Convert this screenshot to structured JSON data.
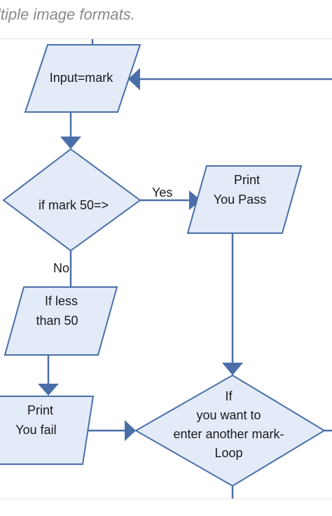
{
  "header": {
    "text": "ltiple image formats."
  },
  "flowchart": {
    "nodes": {
      "input_mark": {
        "shape": "parallelogram",
        "line1": "Input=mark"
      },
      "decision_mark": {
        "shape": "diamond",
        "line1": "if mark  50=>"
      },
      "print_pass": {
        "shape": "parallelogram",
        "line1": "Print",
        "line2": "You  Pass"
      },
      "if_less": {
        "shape": "parallelogram",
        "line1": "If less",
        "line2": "than  50"
      },
      "print_fail": {
        "shape": "parallelogram",
        "line1": "Print",
        "line2": "You  fail"
      },
      "decision_loop": {
        "shape": "diamond",
        "line1": "If",
        "line2": "you want to",
        "line3": "enter another  mark-",
        "line4": "Loop"
      }
    },
    "edges": {
      "yes": "Yes",
      "no": "No"
    },
    "colors": {
      "node_fill": "#e3ebf8",
      "stroke": "#4a6fa8",
      "arrow": "#4a6fa8",
      "text": "#1a1a1a"
    }
  }
}
